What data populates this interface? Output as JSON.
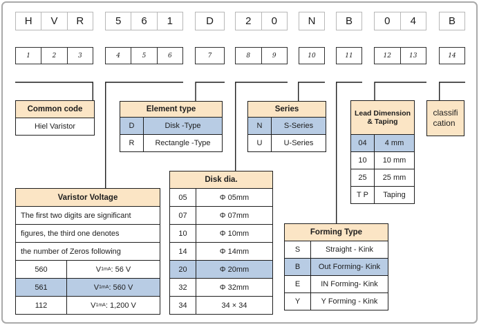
{
  "part_number": {
    "groups": [
      {
        "chars": [
          "H",
          "V",
          "R"
        ],
        "positions": [
          "1",
          "2",
          "3"
        ]
      },
      {
        "chars": [
          "5",
          "6",
          "1"
        ],
        "positions": [
          "4",
          "5",
          "6"
        ]
      },
      {
        "chars": [
          "D"
        ],
        "positions": [
          "7"
        ]
      },
      {
        "chars": [
          "2",
          "0"
        ],
        "positions": [
          "8",
          "9"
        ]
      },
      {
        "chars": [
          "N"
        ],
        "positions": [
          "10"
        ]
      },
      {
        "chars": [
          "B"
        ],
        "positions": [
          "11"
        ]
      },
      {
        "chars": [
          "0",
          "4"
        ],
        "positions": [
          "12",
          "13"
        ]
      },
      {
        "chars": [
          "B"
        ],
        "positions": [
          "14"
        ]
      }
    ]
  },
  "tables": {
    "common_code": {
      "title": "Common code",
      "value": "Hiel Varistor"
    },
    "element_type": {
      "title": "Element type",
      "rows": [
        {
          "code": "D",
          "label": "Disk -Type"
        },
        {
          "code": "R",
          "label": "Rectangle -Type"
        }
      ]
    },
    "series": {
      "title": "Series",
      "rows": [
        {
          "code": "N",
          "label": "S-Series"
        },
        {
          "code": "U",
          "label": "U-Series"
        }
      ]
    },
    "lead_dimension": {
      "title_line1": "Lead Dimension",
      "title_line2": "& Taping",
      "rows": [
        {
          "code": "04",
          "label": "4 mm"
        },
        {
          "code": "10",
          "label": "10 mm"
        },
        {
          "code": "25",
          "label": "25 mm"
        },
        {
          "code": "T P",
          "label": "Taping"
        }
      ]
    },
    "classification": {
      "title_line1": "classifi",
      "title_line2": "cation"
    },
    "varistor_voltage": {
      "title": "Varistor Voltage",
      "description_lines": [
        "The first two digits are significant",
        "figures, the third one denotes",
        "the number of Zeros following"
      ],
      "rows": [
        {
          "code": "560",
          "v": "V",
          "sub": "1mA",
          "value": " : 56 V"
        },
        {
          "code": "561",
          "v": "V",
          "sub": "1mA",
          "value": " : 560 V"
        },
        {
          "code": "112",
          "v": "V",
          "sub": "1mA",
          "value": " : 1,200 V"
        }
      ]
    },
    "disk_dia": {
      "title": "Disk dia.",
      "rows": [
        {
          "code": "05",
          "label": "Φ 05mm"
        },
        {
          "code": "07",
          "label": "Φ 07mm"
        },
        {
          "code": "10",
          "label": "Φ 10mm"
        },
        {
          "code": "14",
          "label": "Φ 14mm"
        },
        {
          "code": "20",
          "label": "Φ 20mm"
        },
        {
          "code": "32",
          "label": "Φ 32mm"
        },
        {
          "code": "34",
          "label": "34 × 34"
        }
      ]
    },
    "forming_type": {
      "title": "Forming Type",
      "rows": [
        {
          "code": "S",
          "label": "Straight - Kink"
        },
        {
          "code": "B",
          "label": "Out Forming- Kink"
        },
        {
          "code": "E",
          "label": "IN Forming- Kink"
        },
        {
          "code": "Y",
          "label": "Y Forming - Kink"
        }
      ]
    }
  },
  "colors": {
    "header_bg": "#fbe5c5",
    "highlight_bg": "#b8cce4",
    "border_dark": "#1c1c1c",
    "letter_box_border": "#b7b7b7",
    "frame_border": "#a9a9a9"
  }
}
